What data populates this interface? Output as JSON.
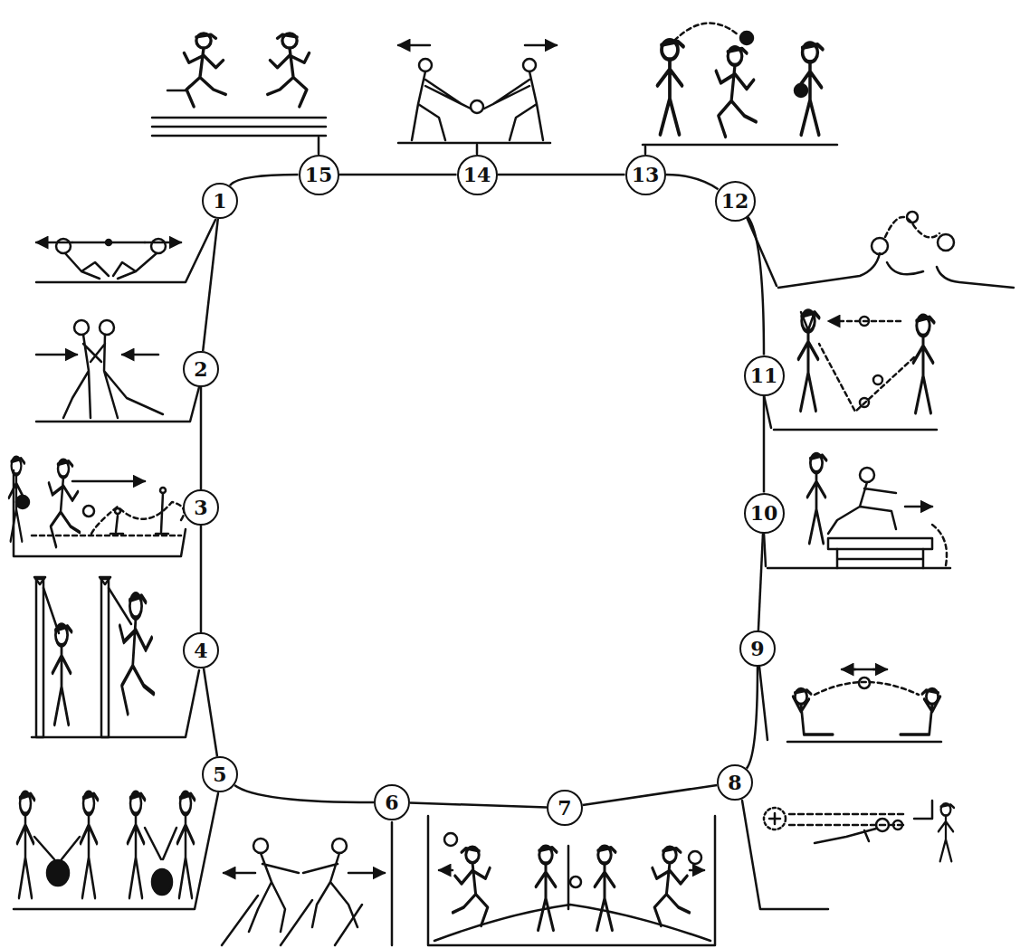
{
  "diagram": {
    "nodes": [
      {
        "text": [
          "1"
        ]
      },
      {
        "text": [
          "2"
        ]
      },
      {
        "text": [
          "3"
        ]
      },
      {
        "text": [
          "4"
        ]
      },
      {
        "text": [
          "5"
        ]
      },
      {
        "text": [
          "6"
        ]
      },
      {
        "text": [
          "7"
        ]
      },
      {
        "text": [
          "8"
        ]
      },
      {
        "text": [
          "9"
        ]
      },
      {
        "text": [
          "10"
        ]
      },
      {
        "text": [
          "11"
        ]
      },
      {
        "text": [
          "12"
        ]
      },
      {
        "text": [
          "13"
        ]
      },
      {
        "text": [
          "14"
        ]
      },
      {
        "text": [
          "15"
        ]
      }
    ],
    "edges": [
      {
        "from": 0,
        "to": 1,
        "arrow": "none"
      },
      {
        "from": 1,
        "to": 2,
        "arrow": "none"
      },
      {
        "from": 2,
        "to": 3,
        "arrow": "none"
      },
      {
        "from": 3,
        "to": 4,
        "arrow": "none"
      },
      {
        "from": 4,
        "to": 5,
        "arrow": "none"
      },
      {
        "from": 5,
        "to": 6,
        "arrow": "none"
      },
      {
        "from": 6,
        "to": 7,
        "arrow": "none"
      },
      {
        "from": 7,
        "to": 8,
        "arrow": "none"
      },
      {
        "from": 8,
        "to": 9,
        "arrow": "none"
      },
      {
        "from": 9,
        "to": 10,
        "arrow": "none"
      },
      {
        "from": 10,
        "to": 11,
        "arrow": "none"
      },
      {
        "from": 11,
        "to": 12,
        "arrow": "none"
      },
      {
        "from": 12,
        "to": 13,
        "arrow": "none"
      },
      {
        "from": 13,
        "to": 14,
        "arrow": "none"
      },
      {
        "from": 14,
        "to": 0,
        "arrow": "none"
      }
    ]
  }
}
